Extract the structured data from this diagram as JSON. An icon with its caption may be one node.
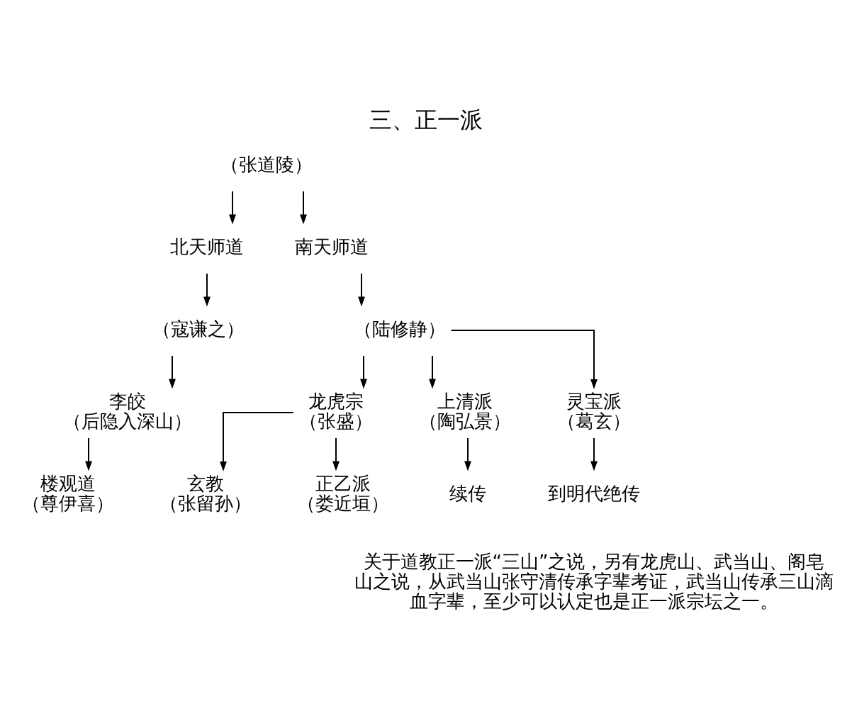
{
  "diagram": {
    "title": "三、正一派",
    "nodes": [
      {
        "text": [
          "（张道陵）"
        ]
      },
      {
        "text": [
          "北天师道"
        ]
      },
      {
        "text": [
          "南天师道"
        ]
      },
      {
        "text": [
          "（寇谦之）"
        ]
      },
      {
        "text": [
          "李皎",
          "（后隐入深山）"
        ]
      },
      {
        "text": [
          "楼观道",
          "（尊伊喜）"
        ]
      },
      {
        "text": [
          "（陆修静）"
        ]
      },
      {
        "text": [
          "龙虎宗",
          "（张盛）"
        ]
      },
      {
        "text": [
          "上清派",
          "（陶弘景）"
        ]
      },
      {
        "text": [
          "灵宝派",
          "（葛玄）"
        ]
      },
      {
        "text": [
          "玄教",
          "（张留孙）"
        ]
      },
      {
        "text": [
          "正乙派",
          "（娄近垣）"
        ]
      },
      {
        "text": [
          "续传"
        ]
      },
      {
        "text": [
          "到明代绝传"
        ]
      }
    ],
    "edges": [
      {
        "from": 0,
        "to": 1,
        "arrow": "to"
      },
      {
        "from": 0,
        "to": 2,
        "arrow": "to"
      },
      {
        "from": 1,
        "to": 3,
        "arrow": "to"
      },
      {
        "from": 3,
        "to": 4,
        "arrow": "to"
      },
      {
        "from": 4,
        "to": 5,
        "arrow": "to"
      },
      {
        "from": 2,
        "to": 6,
        "arrow": "to"
      },
      {
        "from": 6,
        "to": 7,
        "arrow": "to"
      },
      {
        "from": 6,
        "to": 8,
        "arrow": "to"
      },
      {
        "from": 6,
        "to": 9,
        "arrow": "to"
      },
      {
        "from": 7,
        "to": 10,
        "arrow": "to"
      },
      {
        "from": 7,
        "to": 11,
        "arrow": "to"
      },
      {
        "from": 8,
        "to": 12,
        "arrow": "to"
      },
      {
        "from": 9,
        "to": 13,
        "arrow": "to"
      }
    ],
    "labels": [
      "关于道教正一派“三山”之说，另有龙虎山、武当山、阁皂山之说，从武当山张守清传承字辈考证，武当山传承三山滴血字辈，至少可以认定也是正一派宗坛之一。"
    ]
  }
}
